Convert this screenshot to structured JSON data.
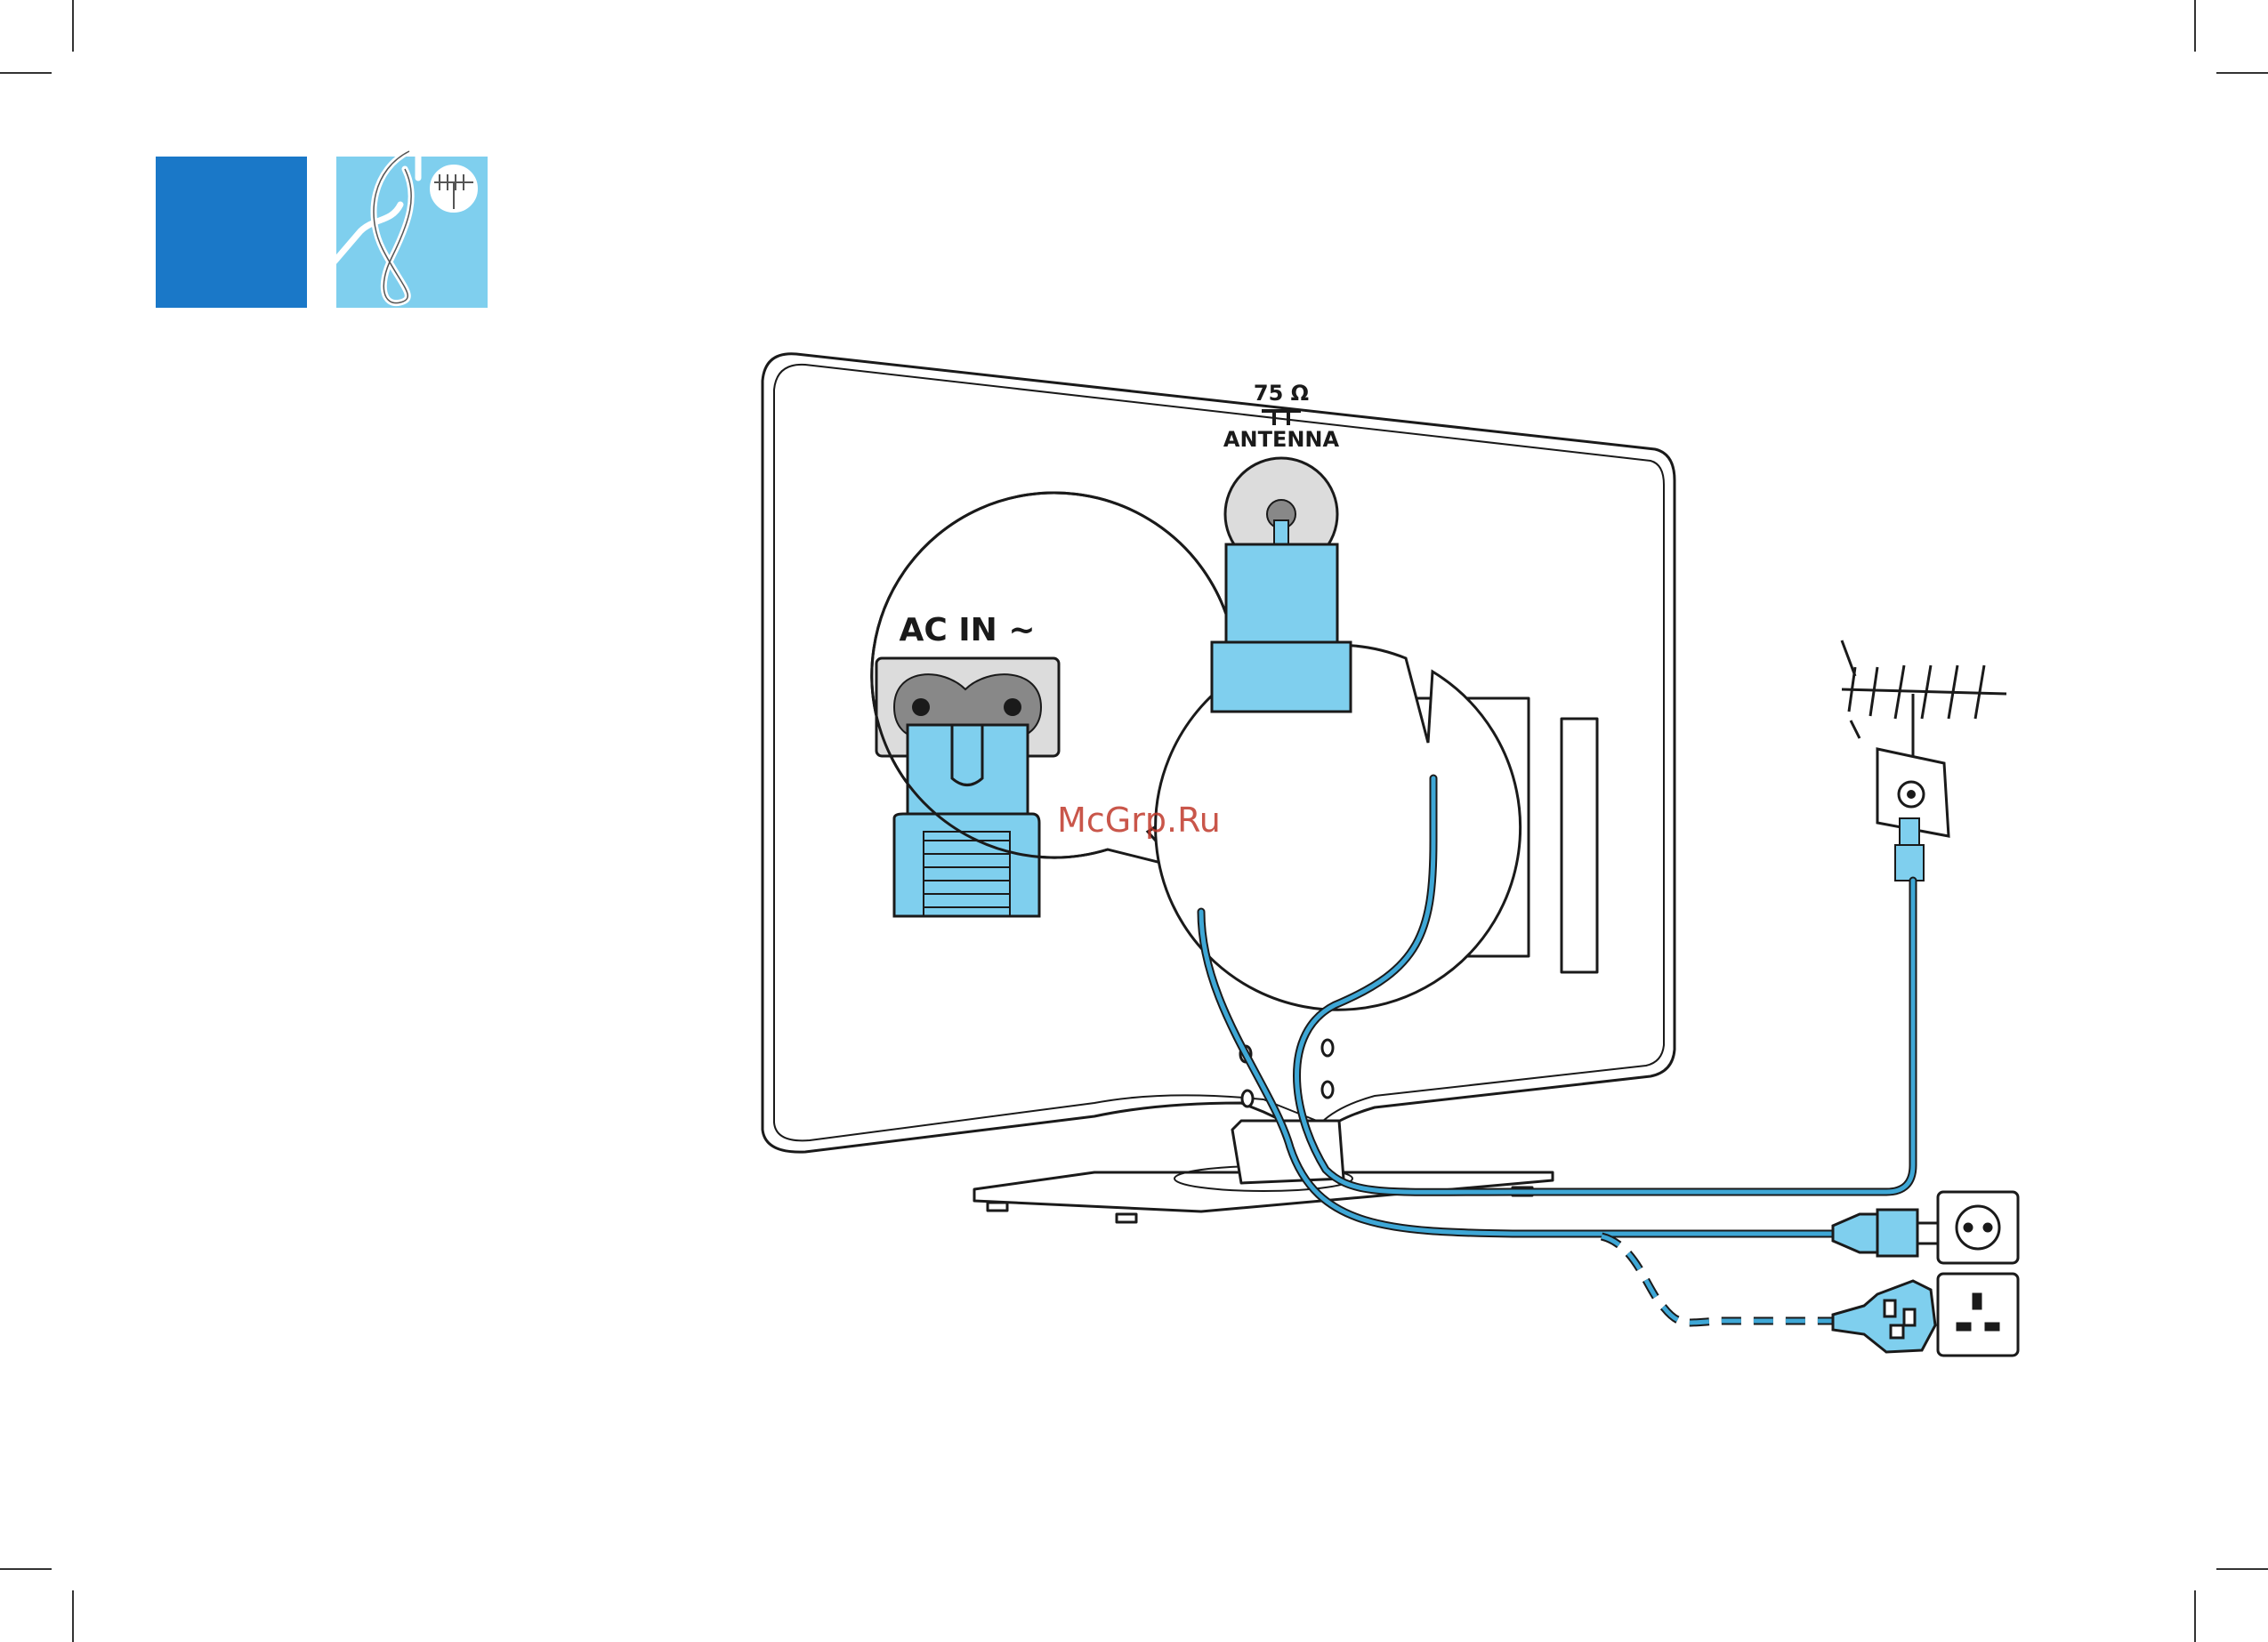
{
  "labels": {
    "ac_in": "AC IN ~",
    "impedance": "75 Ω",
    "antenna": "ANTENNA"
  },
  "watermark": "McGrp.Ru",
  "colors": {
    "step_blue": "#1a78c8",
    "light_blue": "#7fcfee",
    "cable_blue": "#3ea7d6",
    "outline": "#1a1a1a",
    "socket_grey": "#dcdcdc",
    "watermark_red": "#c0392b"
  },
  "icons": {
    "step_tile": "blue-step-square",
    "accessory": "coax-cable-with-antenna-icon",
    "antenna": "roof-antenna-icon",
    "wall_socket": "antenna-wall-socket-icon",
    "eu_plug": "euro-power-plug-icon",
    "uk_plug": "uk-power-plug-icon"
  }
}
